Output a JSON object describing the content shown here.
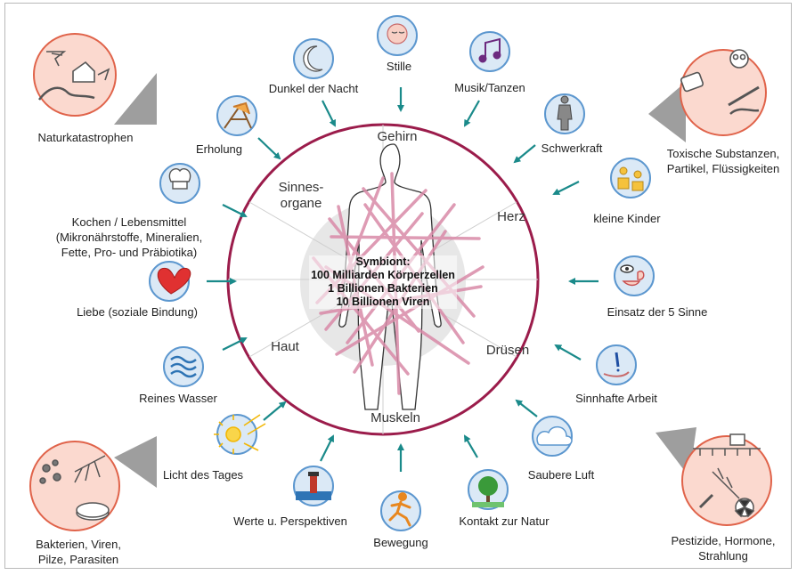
{
  "center": {
    "symbiont_title": "Symbiont:",
    "line1": "100 Milliarden Körperzellen",
    "line2": "1 Billionen Bakterien",
    "line3": "10 Billionen Viren"
  },
  "zones": {
    "gehirn": "Gehirn",
    "sinnesorgane_1": "Sinnes-",
    "sinnesorgane_2": "organe",
    "herz": "Herz",
    "haut": "Haut",
    "druesen": "Drüsen",
    "muskeln": "Muskeln"
  },
  "positive_factors": {
    "stille": "Stille",
    "musik": "Musik/Tanzen",
    "dunkel": "Dunkel der Nacht",
    "erholung": "Erholung",
    "schwerkraft": "Schwerkraft",
    "kinder": "kleine Kinder",
    "kochen_1": "Kochen / Lebensmittel",
    "kochen_2": "(Mikronährstoffe, Mineralien,",
    "kochen_3": "Fette, Pro- und Präbiotika)",
    "liebe": "Liebe (soziale Bindung)",
    "sinne": "Einsatz der 5 Sinne",
    "wasser": "Reines Wasser",
    "arbeit": "Sinnhafte Arbeit",
    "licht": "Licht des Tages",
    "luft": "Saubere Luft",
    "werte": "Werte u. Perspektiven",
    "bewegung": "Bewegung",
    "natur": "Kontakt zur Natur"
  },
  "negative_factors": {
    "naturkatastrophen": "Naturkatastrophen",
    "toxische_1": "Toxische Substanzen,",
    "toxische_2": "Partikel, Flüssigkeiten",
    "bakterien_1": "Bakterien, Viren,",
    "bakterien_2": "Pilze, Parasiten",
    "pestizide_1": "Pestizide, Hormone,",
    "pestizide_2": "Strahlung"
  },
  "colors": {
    "ring": "#9b1c4b",
    "arrow": "#1a8a8a",
    "icon_bg": "#dbe9f6",
    "icon_border": "#5c97cf",
    "threat_bg": "#fbd9cf",
    "threat_border": "#e0634a",
    "pointer": "#9e9e9e",
    "network": "#d98aa8"
  }
}
